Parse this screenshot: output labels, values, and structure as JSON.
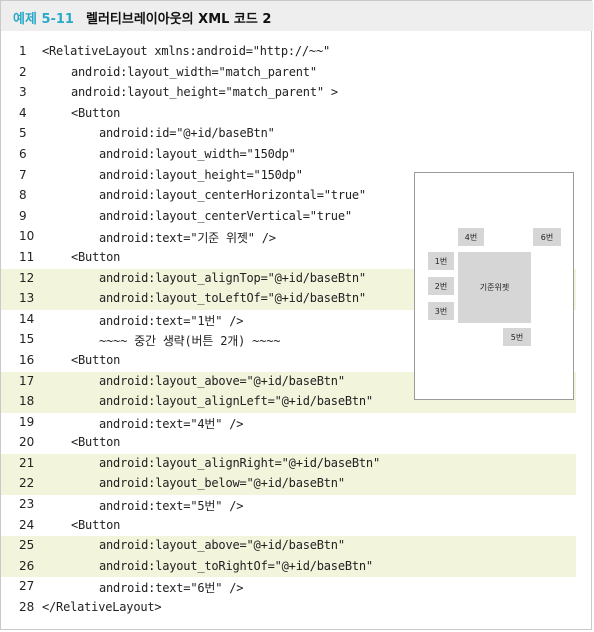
{
  "title": {
    "number": "예제 5-11",
    "text": "렐러티브레이아웃의 XML 코드 2"
  },
  "lines": [
    {
      "n": "1",
      "text": "<RelativeLayout xmlns:android=\"http://~~\""
    },
    {
      "n": "2",
      "text": "android:layout_width=\"match_parent\""
    },
    {
      "n": "3",
      "text": "android:layout_height=\"match_parent\" >"
    },
    {
      "n": "4",
      "text": "<Button"
    },
    {
      "n": "5",
      "text": "android:id=\"@+id/baseBtn\""
    },
    {
      "n": "6",
      "text": "android:layout_width=\"150dp\""
    },
    {
      "n": "7",
      "text": "android:layout_height=\"150dp\""
    },
    {
      "n": "8",
      "text": "android:layout_centerHorizontal=\"true\""
    },
    {
      "n": "9",
      "text": "android:layout_centerVertical=\"true\""
    },
    {
      "n": "10",
      "text": "android:text=\"기준 위젯\" />"
    },
    {
      "n": "11",
      "text": "<Button"
    },
    {
      "n": "12",
      "text": "android:layout_alignTop=\"@+id/baseBtn\""
    },
    {
      "n": "13",
      "text": "android:layout_toLeftOf=\"@+id/baseBtn\""
    },
    {
      "n": "14",
      "text": "android:text=\"1번\" />"
    },
    {
      "n": "15",
      "text": "~~~~ 중간 생략(버튼 2개) ~~~~"
    },
    {
      "n": "16",
      "text": "<Button"
    },
    {
      "n": "17",
      "text": "android:layout_above=\"@+id/baseBtn\""
    },
    {
      "n": "18",
      "text": "android:layout_alignLeft=\"@+id/baseBtn\""
    },
    {
      "n": "19",
      "text": "android:text=\"4번\" />"
    },
    {
      "n": "20",
      "text": "<Button"
    },
    {
      "n": "21",
      "text": "android:layout_alignRight=\"@+id/baseBtn\""
    },
    {
      "n": "22",
      "text": "android:layout_below=\"@+id/baseBtn\""
    },
    {
      "n": "23",
      "text": "android:text=\"5번\" />"
    },
    {
      "n": "24",
      "text": "<Button"
    },
    {
      "n": "25",
      "text": "android:layout_above=\"@+id/baseBtn\""
    },
    {
      "n": "26",
      "text": "android:layout_toRightOf=\"@+id/baseBtn\""
    },
    {
      "n": "27",
      "text": "android:text=\"6번\" />"
    },
    {
      "n": "28",
      "text": "</RelativeLayout>"
    }
  ],
  "diagram": {
    "base": "기준위젯",
    "b1": "1번",
    "b2": "2번",
    "b3": "3번",
    "b4": "4번",
    "b5": "5번",
    "b6": "6번"
  },
  "colors": {
    "accent": "#2ba9c9",
    "highlight": "#f2f4dc",
    "widget": "#d6d6d6"
  }
}
